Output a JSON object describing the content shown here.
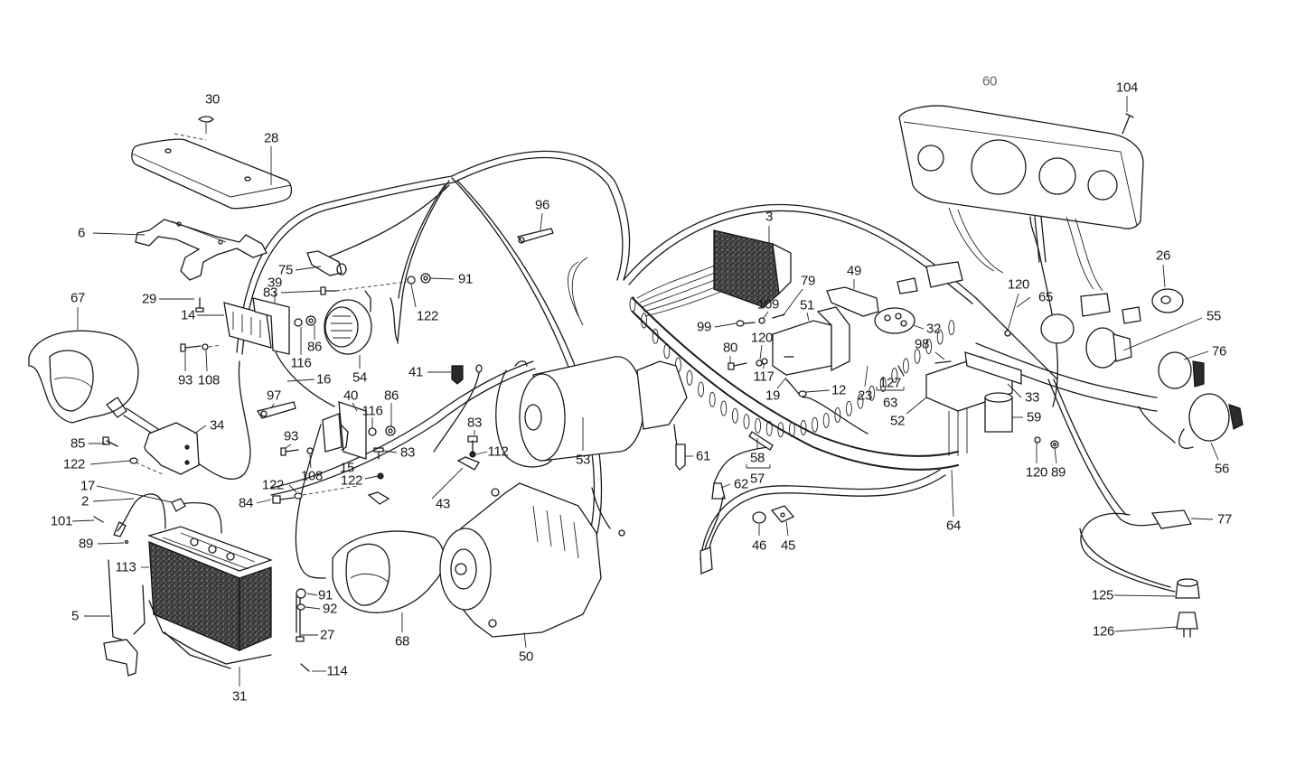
{
  "diagram": {
    "title": "Electrical system exploded parts diagram",
    "background": "#ffffff",
    "ink": "#1a1a1a"
  },
  "parts": [
    {
      "id": "p30",
      "label": "30",
      "component": "wing-nut"
    },
    {
      "id": "p28",
      "label": "28",
      "component": "battery-cover"
    },
    {
      "id": "p6",
      "label": "6",
      "component": "mounting-bracket"
    },
    {
      "id": "p67",
      "label": "67",
      "component": "headlamp-left"
    },
    {
      "id": "p29",
      "label": "29",
      "component": "stud"
    },
    {
      "id": "p14",
      "label": "14",
      "component": "terminal-block"
    },
    {
      "id": "p39",
      "label": "39",
      "component": "fuse-board"
    },
    {
      "id": "p75",
      "label": "75",
      "component": "connector-plug"
    },
    {
      "id": "p83a",
      "label": "83",
      "component": "screw"
    },
    {
      "id": "p116a",
      "label": "116",
      "component": "washer"
    },
    {
      "id": "p86a",
      "label": "86",
      "component": "nut"
    },
    {
      "id": "p54",
      "label": "54",
      "component": "horn"
    },
    {
      "id": "p122a",
      "label": "122",
      "component": "washer"
    },
    {
      "id": "p91a",
      "label": "91",
      "component": "nut"
    },
    {
      "id": "p93a",
      "label": "93",
      "component": "bolt"
    },
    {
      "id": "p108a",
      "label": "108",
      "component": "washer"
    },
    {
      "id": "p16",
      "label": "16",
      "component": "cable"
    },
    {
      "id": "p97",
      "label": "97",
      "component": "clip"
    },
    {
      "id": "p34",
      "label": "34",
      "component": "headlamp-bracket"
    },
    {
      "id": "p85",
      "label": "85",
      "component": "bolt"
    },
    {
      "id": "p122b",
      "label": "122",
      "component": "washer"
    },
    {
      "id": "p40",
      "label": "40",
      "component": "relay-board"
    },
    {
      "id": "p116b",
      "label": "116",
      "component": "washer"
    },
    {
      "id": "p86b",
      "label": "86",
      "component": "nut"
    },
    {
      "id": "p93b",
      "label": "93",
      "component": "bolt"
    },
    {
      "id": "p108b",
      "label": "108",
      "component": "washer"
    },
    {
      "id": "p15",
      "label": "15",
      "component": "relay"
    },
    {
      "id": "p83b",
      "label": "83",
      "component": "screw"
    },
    {
      "id": "p122c",
      "label": "122",
      "component": "washer"
    },
    {
      "id": "p122d",
      "label": "122",
      "component": "washer"
    },
    {
      "id": "p84",
      "label": "84",
      "component": "bolt"
    },
    {
      "id": "p17",
      "label": "17",
      "component": "battery-cable-positive"
    },
    {
      "id": "p2",
      "label": "2",
      "component": "battery-cable-negative"
    },
    {
      "id": "p101",
      "label": "101",
      "component": "bolt"
    },
    {
      "id": "p89a",
      "label": "89",
      "component": "nut"
    },
    {
      "id": "p113",
      "label": "113",
      "component": "battery"
    },
    {
      "id": "p5",
      "label": "5",
      "component": "battery-clamp"
    },
    {
      "id": "p31",
      "label": "31",
      "component": "battery-tray"
    },
    {
      "id": "p91b",
      "label": "91",
      "component": "nut"
    },
    {
      "id": "p92",
      "label": "92",
      "component": "washer"
    },
    {
      "id": "p27",
      "label": "27",
      "component": "tie-rod"
    },
    {
      "id": "p114",
      "label": "114",
      "component": "screw"
    },
    {
      "id": "p68",
      "label": "68",
      "component": "headlamp-right"
    },
    {
      "id": "p41",
      "label": "41",
      "component": "connector"
    },
    {
      "id": "p83c",
      "label": "83",
      "component": "screw"
    },
    {
      "id": "p112",
      "label": "112",
      "component": "washer"
    },
    {
      "id": "p43",
      "label": "43",
      "component": "cable-clip"
    },
    {
      "id": "p50",
      "label": "50",
      "component": "alternator"
    },
    {
      "id": "p53",
      "label": "53",
      "component": "starter-motor"
    },
    {
      "id": "p96",
      "label": "96",
      "component": "cable-clip"
    },
    {
      "id": "p61",
      "label": "61",
      "component": "sensor"
    },
    {
      "id": "p62",
      "label": "62",
      "component": "pressure-switch"
    },
    {
      "id": "p58",
      "label": "58",
      "component": "fuse"
    },
    {
      "id": "p57",
      "label": "57",
      "component": "fuse-kit"
    },
    {
      "id": "p46",
      "label": "46",
      "component": "grommet"
    },
    {
      "id": "p45",
      "label": "45",
      "component": "clip"
    },
    {
      "id": "p64",
      "label": "64",
      "component": "main-harness"
    },
    {
      "id": "p3",
      "label": "3",
      "component": "fuse-box"
    },
    {
      "id": "p79",
      "label": "79",
      "component": "terminal"
    },
    {
      "id": "p109",
      "label": "109",
      "component": "washer"
    },
    {
      "id": "p51",
      "label": "51",
      "component": "voltage-regulator"
    },
    {
      "id": "p49",
      "label": "49",
      "component": "connector"
    },
    {
      "id": "p99",
      "label": "99",
      "component": "screw"
    },
    {
      "id": "p120a",
      "label": "120",
      "component": "washer"
    },
    {
      "id": "p80",
      "label": "80",
      "component": "bolt"
    },
    {
      "id": "p117",
      "label": "117",
      "component": "washer"
    },
    {
      "id": "p19",
      "label": "19",
      "component": "wire"
    },
    {
      "id": "p12",
      "label": "12",
      "component": "ground-lead"
    },
    {
      "id": "p32",
      "label": "32",
      "component": "lamp-holder"
    },
    {
      "id": "p98",
      "label": "98",
      "component": "screw"
    },
    {
      "id": "p127",
      "label": "127",
      "component": "bulb"
    },
    {
      "id": "p63",
      "label": "63",
      "component": "bulb-kit"
    },
    {
      "id": "p23",
      "label": "23",
      "component": "wire"
    },
    {
      "id": "p52",
      "label": "52",
      "component": "flasher-unit"
    },
    {
      "id": "p33",
      "label": "33",
      "component": "bracket"
    },
    {
      "id": "p59",
      "label": "59",
      "component": "condenser"
    },
    {
      "id": "p120b",
      "label": "120",
      "component": "washer"
    },
    {
      "id": "p120c",
      "label": "120",
      "component": "washer"
    },
    {
      "id": "p89b",
      "label": "89",
      "component": "nut"
    },
    {
      "id": "p60",
      "label": "60",
      "component": "instrument-cluster",
      "faded": true
    },
    {
      "id": "p104",
      "label": "104",
      "component": "screw"
    },
    {
      "id": "p65",
      "label": "65",
      "component": "gauge"
    },
    {
      "id": "p26",
      "label": "26",
      "component": "washer-plate"
    },
    {
      "id": "p55",
      "label": "55",
      "component": "switch"
    },
    {
      "id": "p76",
      "label": "76",
      "component": "switch"
    },
    {
      "id": "p56",
      "label": "56",
      "component": "ignition-switch"
    },
    {
      "id": "p77",
      "label": "77",
      "component": "connector"
    },
    {
      "id": "p125",
      "label": "125",
      "component": "cap"
    },
    {
      "id": "p126",
      "label": "126",
      "component": "push-button"
    }
  ]
}
